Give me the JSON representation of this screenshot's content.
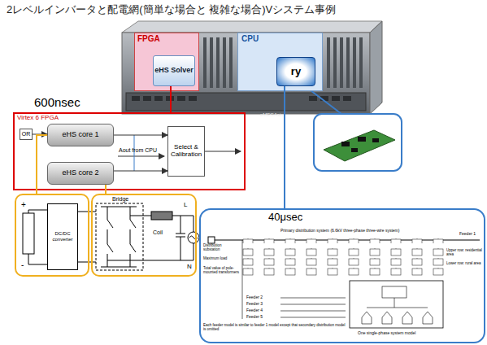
{
  "diagram": {
    "title": "2レベルインバータと配電網(簡単な場合と 複雑な場合)Vシステム事例",
    "nodes": [
      {
        "text": [
          "FPGA"
        ]
      },
      {
        "text": [
          "eHS Solver"
        ],
        "in": 0
      },
      {
        "text": [
          "CPU"
        ]
      },
      {
        "text": [
          "ry"
        ],
        "in": 2
      },
      {
        "text": [
          "Virtex 6 FPGA"
        ]
      },
      {
        "text": [
          "OR"
        ],
        "in": 4
      },
      {
        "text": [
          "eHS core 1"
        ],
        "in": 4
      },
      {
        "text": [
          "eHS core 2"
        ],
        "in": 4
      },
      {
        "text": [
          "Select & Calibration"
        ],
        "in": 4
      },
      {
        "text": [
          "+",
          "-"
        ]
      },
      {
        "text": [
          "DC/DC converter"
        ],
        "in": 9
      },
      {
        "text": [
          "Bridge",
          "Coil",
          "L",
          "N"
        ]
      },
      {
        "text": [
          "40μsec"
        ]
      }
    ],
    "edges": [
      {
        "from": 1,
        "to": 4,
        "arrow": "none"
      },
      {
        "from": 5,
        "to": 6,
        "arrow": "to"
      },
      {
        "from": 6,
        "to": 8,
        "arrow": "to"
      },
      {
        "from": 7,
        "to": 8,
        "arrow": "to"
      },
      {
        "from": 6,
        "to": 9,
        "arrow": "none"
      },
      {
        "from": 7,
        "to": 11,
        "arrow": "none"
      },
      {
        "from": 3,
        "to": 12,
        "arrow": "none"
      }
    ],
    "labels": [
      "600nsec",
      "Aout from CPU",
      "eMEGAsim",
      "Primary distribution system (6.6kV three-phase three-wire system)",
      "Distribution substation",
      "Feeder 1",
      "Maximum load",
      "Total value of pole-mounted transformers",
      "Feeder 2",
      "Feeder 3",
      "Feeder 4",
      "Feeder 5",
      "Upper row: residential area",
      "Lower row: rural area",
      "Each feeder model is similar to feeder 1 model except that secondary distribution model is omitted",
      "One single-phase system model"
    ]
  }
}
